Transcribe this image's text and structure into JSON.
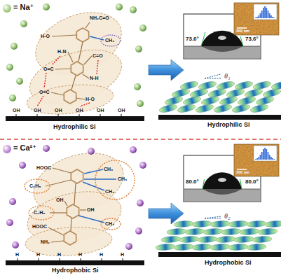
{
  "diagram": {
    "nodes": [
      {
        "text": [
          "NH₂C=O",
          "H-O",
          "CH₃",
          "H-N",
          "C=O",
          "O=C",
          "N-H",
          "O=C",
          "H-O",
          "OH",
          "OH",
          "OH",
          "OH",
          "OH",
          "OH",
          "Hydrophilic Si"
        ]
      },
      {
        "text": [
          "73.6°",
          "73.6°"
        ]
      },
      {
        "text": [
          "θ₁",
          "Hydrophilic Si"
        ]
      },
      {
        "text": [
          "HOOC",
          "CH₃",
          "CH₃",
          "C₂H₅",
          "CH₃",
          "OH",
          "C₂H₅",
          "OH",
          "CH₃",
          "HOOC",
          "NH₂",
          "H",
          "H",
          "H",
          "H",
          "H",
          "H",
          "Hydrophobic Si"
        ]
      },
      {
        "text": [
          "80.0°",
          "80.0°"
        ]
      },
      {
        "text": [
          "θ₂",
          "Hydrophobic Si"
        ]
      }
    ],
    "edges": [
      {
        "from": 0,
        "to": 2,
        "arrow": "to"
      },
      {
        "from": 3,
        "to": 5,
        "arrow": "to"
      }
    ],
    "labels": [
      "300 nm",
      "300 nm"
    ],
    "legend": [
      {
        "text": "= Na⁺",
        "color": "#9cc77a"
      },
      {
        "text": "= Ca²⁺",
        "color": "#b67fd0"
      }
    ]
  }
}
